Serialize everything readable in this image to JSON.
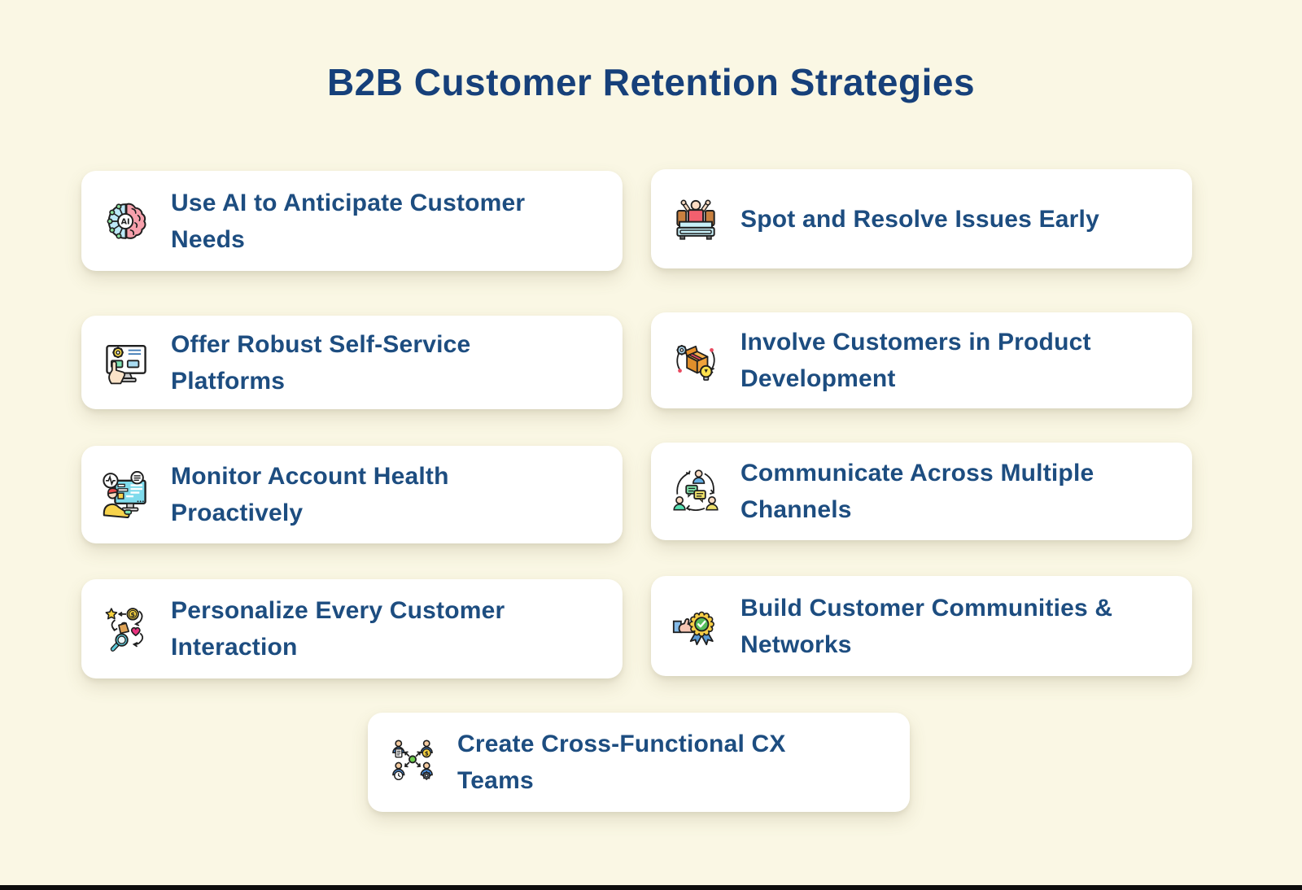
{
  "page": {
    "title": "B2B Customer Retention Strategies",
    "colors": {
      "background": "#FAF7E4",
      "card_background": "#FFFFFF",
      "title_text": "#16407A",
      "card_text": "#1D4D80",
      "footer_bar": "#0D0D0D"
    }
  },
  "cards": [
    {
      "label": "Use AI to Anticipate Customer Needs",
      "icon": "ai-brain-icon",
      "icon_text": "AI"
    },
    {
      "label": "Spot and Resolve Issues Early",
      "icon": "wake-up-in-bed-icon"
    },
    {
      "label": "Offer Robust Self-Service Platforms",
      "icon": "self-service-monitor-icon"
    },
    {
      "label": "Involve Customers in Product Development",
      "icon": "product-development-icon"
    },
    {
      "label": "Monitor Account Health Proactively",
      "icon": "account-health-monitor-icon"
    },
    {
      "label": "Communicate Across Multiple Channels",
      "icon": "multi-channel-chat-icon"
    },
    {
      "label": "Personalize Every Customer Interaction",
      "icon": "personalized-journey-icon",
      "coin_symbol": "$"
    },
    {
      "label": "Build Customer Communities & Networks",
      "icon": "community-award-badge-icon"
    },
    {
      "label": "Create Cross-Functional CX Teams",
      "icon": "cross-functional-team-icon",
      "coin_symbol": "$"
    }
  ]
}
